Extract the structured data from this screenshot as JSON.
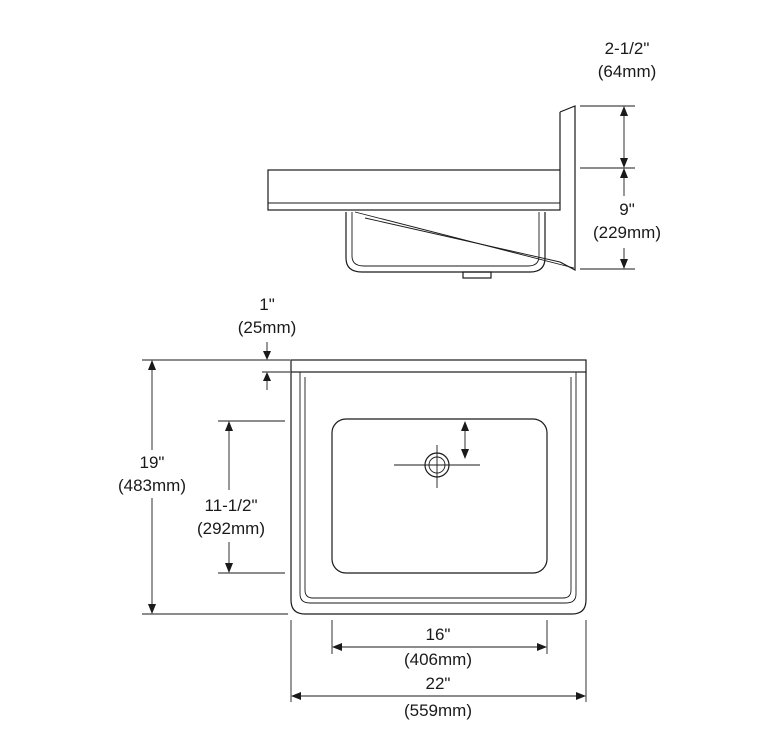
{
  "dimensions": {
    "backsplash_height": {
      "imperial": "2-1/2\"",
      "metric": "(64mm)"
    },
    "apron_height": {
      "imperial": "9\"",
      "metric": "(229mm)"
    },
    "rim_thickness": {
      "imperial": "1\"",
      "metric": "(25mm)"
    },
    "overall_depth": {
      "imperial": "19\"",
      "metric": "(483mm)"
    },
    "bowl_depth": {
      "imperial": "11-1/2\"",
      "metric": "(292mm)"
    },
    "bowl_width": {
      "imperial": "16\"",
      "metric": "(406mm)"
    },
    "overall_width": {
      "imperial": "22\"",
      "metric": "(559mm)"
    }
  }
}
